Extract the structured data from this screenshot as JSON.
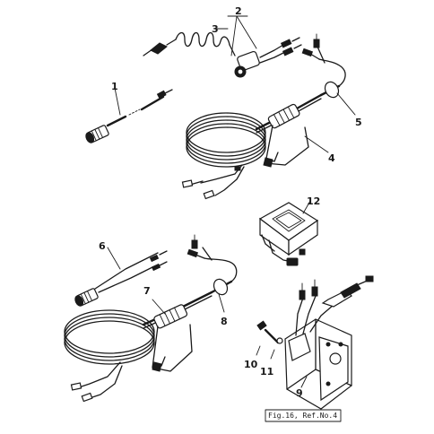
{
  "callouts": [
    "1",
    "2",
    "3",
    "4",
    "5",
    "6",
    "7",
    "8",
    "9",
    "10",
    "11",
    "12"
  ],
  "figure_ref": "Fig.16, Ref.No.4"
}
